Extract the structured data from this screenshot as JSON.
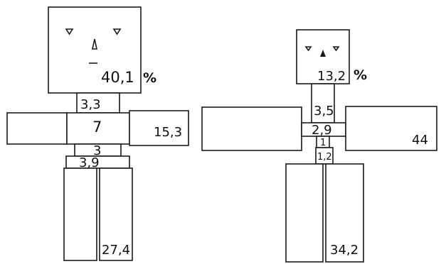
{
  "figure_left": {
    "head_value": "40,1",
    "head_unit": "%",
    "neck_value": "3,3",
    "torso_value": "7",
    "arm_value": "15,3",
    "waist_value": "3",
    "hip_value": "3,9",
    "leg_value": "27,4"
  },
  "figure_right": {
    "head_value": "13,2",
    "head_unit": "%",
    "neck_value": "3,5",
    "torso_value": "2,9",
    "waist_value": "1",
    "hip_value": "1,2",
    "arm_value": "44",
    "leg_value": "34,2"
  },
  "colors": {
    "ink": "#1a1a1a",
    "paper": "#ffffff"
  }
}
